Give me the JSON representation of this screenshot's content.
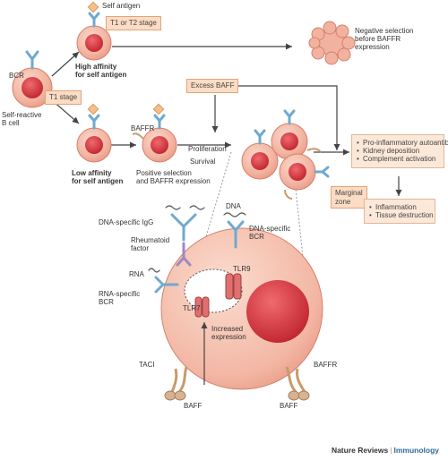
{
  "labels": {
    "self_antigen": "Self antigen",
    "t1_t2_stage": "T1 or T2 stage",
    "negative_selection": "Negative selection\nbefore BAFFR\nexpression",
    "bcr": "BCR",
    "high_affinity": "High affinity\nfor self antigen",
    "t1_stage": "T1 stage",
    "self_reactive": "Self-reactive\nB cell",
    "excess_baff": "Excess BAFF",
    "baffr_small": "BAFFR",
    "low_affinity": "Low affinity\nfor self antigen",
    "positive_selection": "Positive selection\nand BAFFR expression",
    "proliferation": "Proliferation",
    "survival": "Survival",
    "marginal_zone": "Marginal\nzone",
    "dna_specific_igg": "DNA-specific IgG",
    "dna": "DNA",
    "dna_specific_bcr": "DNA-specific\nBCR",
    "rheumatoid_factor": "Rheumatoid\nfactor",
    "rna": "RNA",
    "tlr9": "TLR9",
    "rna_specific_bcr": "RNA-specific\nBCR",
    "tlr7": "TLR7",
    "increased_expression": "Increased\nexpression",
    "taci": "TACI",
    "baffr_large": "BAFFR",
    "baff_left": "BAFF",
    "baff_right": "BAFF"
  },
  "outcomes": {
    "items": [
      "Pro-inflammatory autoantibodies",
      "Kidney deposition",
      "Complement activation"
    ]
  },
  "damage": {
    "items": [
      "Inflammation",
      "Tissue destruction"
    ]
  },
  "footer": {
    "journal": "Nature Reviews",
    "separator": "|",
    "section": "Immunology"
  },
  "colors": {
    "cell_fill": "#f2b9a5",
    "cell_stroke": "#d6806a",
    "nucleus": "#d9363e",
    "bcr": "#6fa9cf",
    "antigen": "#f3c08b",
    "box_fill": "#fbdcc4",
    "arrow": "#444444",
    "brand_blue": "#2d6b9a"
  }
}
